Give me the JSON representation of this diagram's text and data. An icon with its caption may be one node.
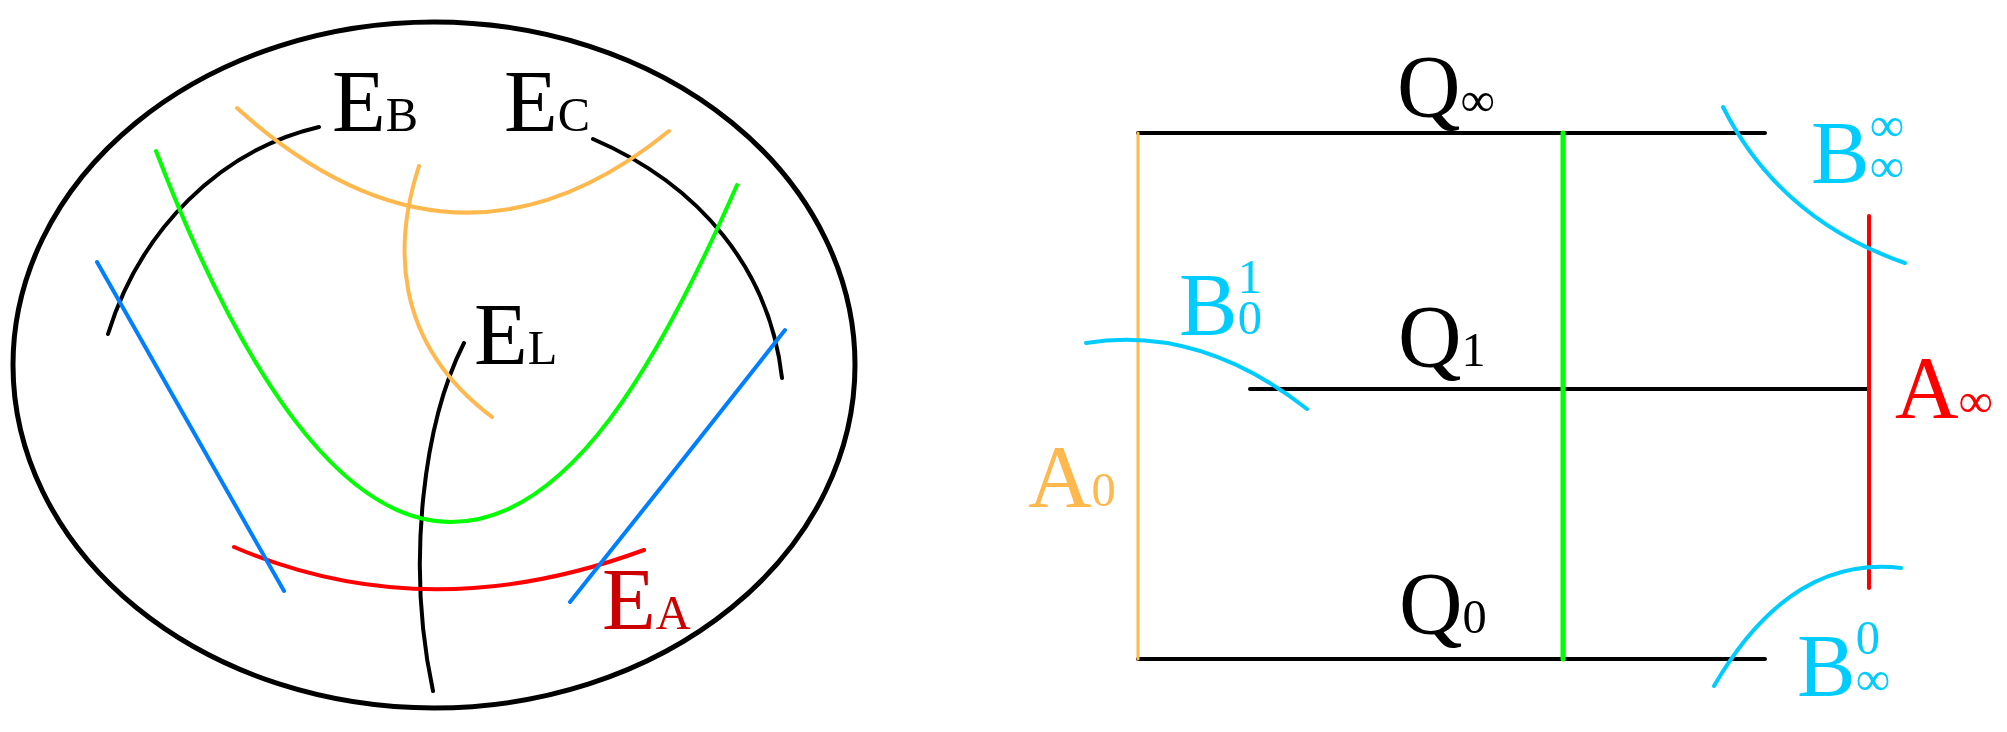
{
  "diagram": {
    "labels": [
      "E$_{B}$",
      "E$_{C}$",
      "E$_{L}$",
      "E$_{A}$",
      "Q$_{∞}$",
      "B$^{∞}$$_{∞}$",
      "B$^{1}$$_{0}$",
      "Q$_{1}$",
      "A$_{∞}$",
      "A$_{0}$",
      "Q$_{0}$",
      "B$^{0}$$_{∞}$"
    ]
  }
}
